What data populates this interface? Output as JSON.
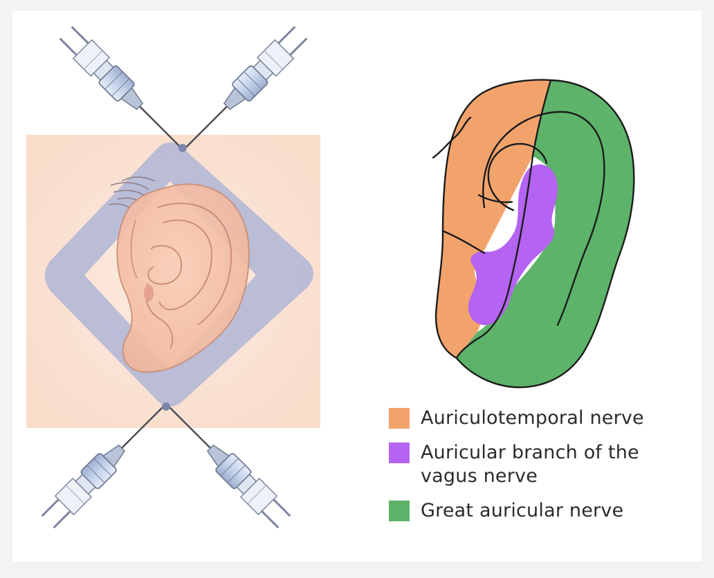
{
  "colors": {
    "auriculotemporal": "#f2a36c",
    "vagus": "#b463f2",
    "great_auricular": "#5db36a",
    "pad": "#a9b1d6",
    "skin_background": "#fbe3d6",
    "ear_fill": "#f7c8b0"
  },
  "legend": {
    "items": [
      {
        "label": "Auriculotemporal nerve",
        "color": "#f2a36c"
      },
      {
        "label": "Auricular branch of the vagus nerve",
        "color": "#b463f2"
      },
      {
        "label": "Great auricular nerve",
        "color": "#5db36a"
      }
    ]
  },
  "icons": [
    "syringe-icon",
    "ear-illustration",
    "ear-nerve-map"
  ]
}
